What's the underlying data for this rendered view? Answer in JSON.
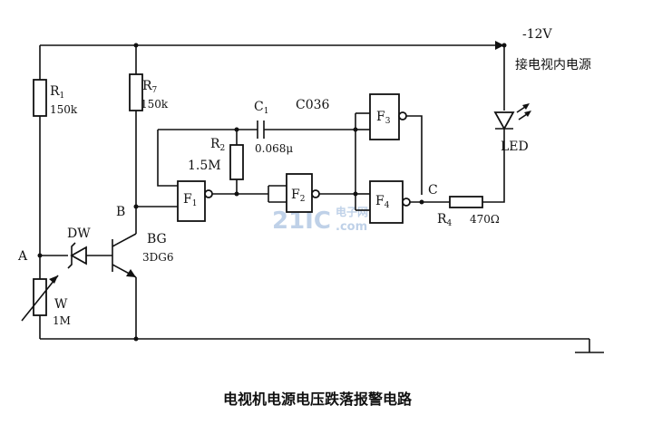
{
  "caption": "电视机电源电压跌落报警电路",
  "supply": {
    "voltage": "-12V",
    "note": "接电视内电源"
  },
  "labels": {
    "R1": "R",
    "R1_sub": "1",
    "R1_val": "150k",
    "R7": "R",
    "R7_sub": "7",
    "R7_val": "150k",
    "C1": "C",
    "C1_sub": "1",
    "C1_val": "0.068μ",
    "C1_part": "C036",
    "R2": "R",
    "R2_sub": "2",
    "R2_val": "1.5M",
    "R4": "R",
    "R4_sub": "4",
    "R4_val": "470Ω",
    "F1": "F",
    "F1_sub": "1",
    "F2": "F",
    "F2_sub": "2",
    "F3": "F",
    "F3_sub": "3",
    "F4": "F",
    "F4_sub": "4",
    "DW": "DW",
    "BG": "BG",
    "BG_part": "3DG6",
    "W": "W",
    "W_val": "1M",
    "LED": "LED",
    "node_A": "A",
    "node_B": "B",
    "node_C": "C"
  },
  "watermark": {
    "logo": "21IC",
    "cn": "电子网",
    "domain": ".com"
  }
}
